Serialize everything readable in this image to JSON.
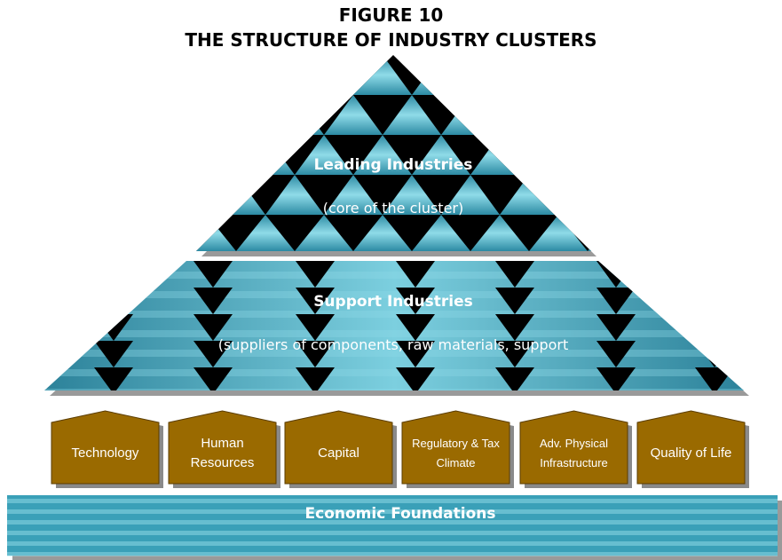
{
  "figure": {
    "number": "FIGURE 10",
    "title": "THE STRUCTURE OF INDUSTRY CLUSTERS"
  },
  "pyramid": {
    "top": {
      "label": "Leading Industries",
      "sublabel": "(core of the cluster)"
    },
    "middle": {
      "label": "Support Industries",
      "sublabel": "(suppliers of components, raw materials, support"
    }
  },
  "blocks": [
    {
      "label": "Technology"
    },
    {
      "label": "Human Resources"
    },
    {
      "label": "Capital"
    },
    {
      "label": "Regulatory & Tax Climate"
    },
    {
      "label": "Adv. Physical Infrastructure"
    },
    {
      "label": "Quality of Life"
    }
  ],
  "foundation": {
    "label": "Economic Foundations"
  },
  "colors": {
    "teal": "#3aa0b8",
    "teal_dark": "#1f6f86",
    "teal_light": "#7fd0e0",
    "brown": "#9a6a00",
    "brown_dark": "#5a3c00",
    "black": "#000000"
  }
}
